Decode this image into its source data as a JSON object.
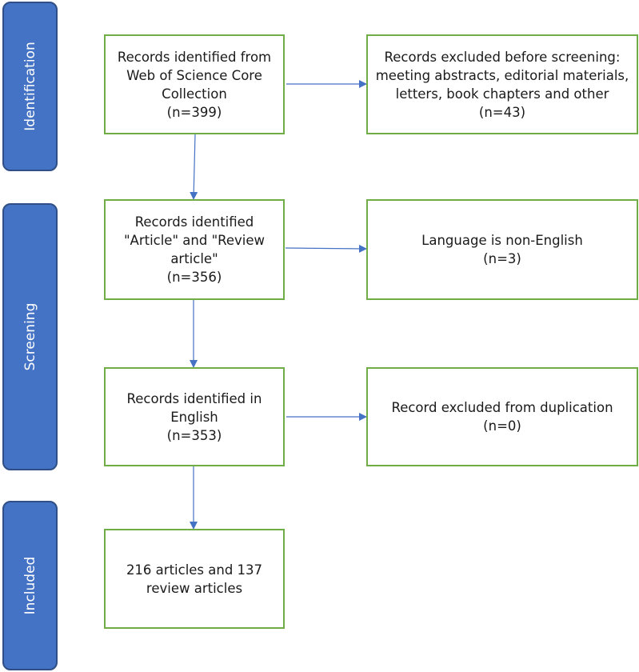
{
  "phases": {
    "identification": "Identification",
    "screening": "Screening",
    "included": "Included"
  },
  "boxes": {
    "wos_records": "Records identified from\nWeb of Science Core\nCollection\n(n=399)",
    "excluded_before_screening": "Records excluded before screening:\nmeeting abstracts, editorial materials,\nletters, book chapters and other\n(n=43)",
    "article_review": "Records identified\n\"Article\" and \"Review\narticle\"\n(n=356)",
    "non_english": "Language is non-English\n(n=3)",
    "english": "Records identified in\nEnglish\n(n=353)",
    "duplication": "Record excluded from duplication\n(n=0)",
    "included": "216 articles and 137\nreview articles"
  },
  "colors": {
    "phase_fill": "#4472c4",
    "phase_border": "#2f4f86",
    "box_border": "#70ad47",
    "arrow": "#4472c4"
  }
}
